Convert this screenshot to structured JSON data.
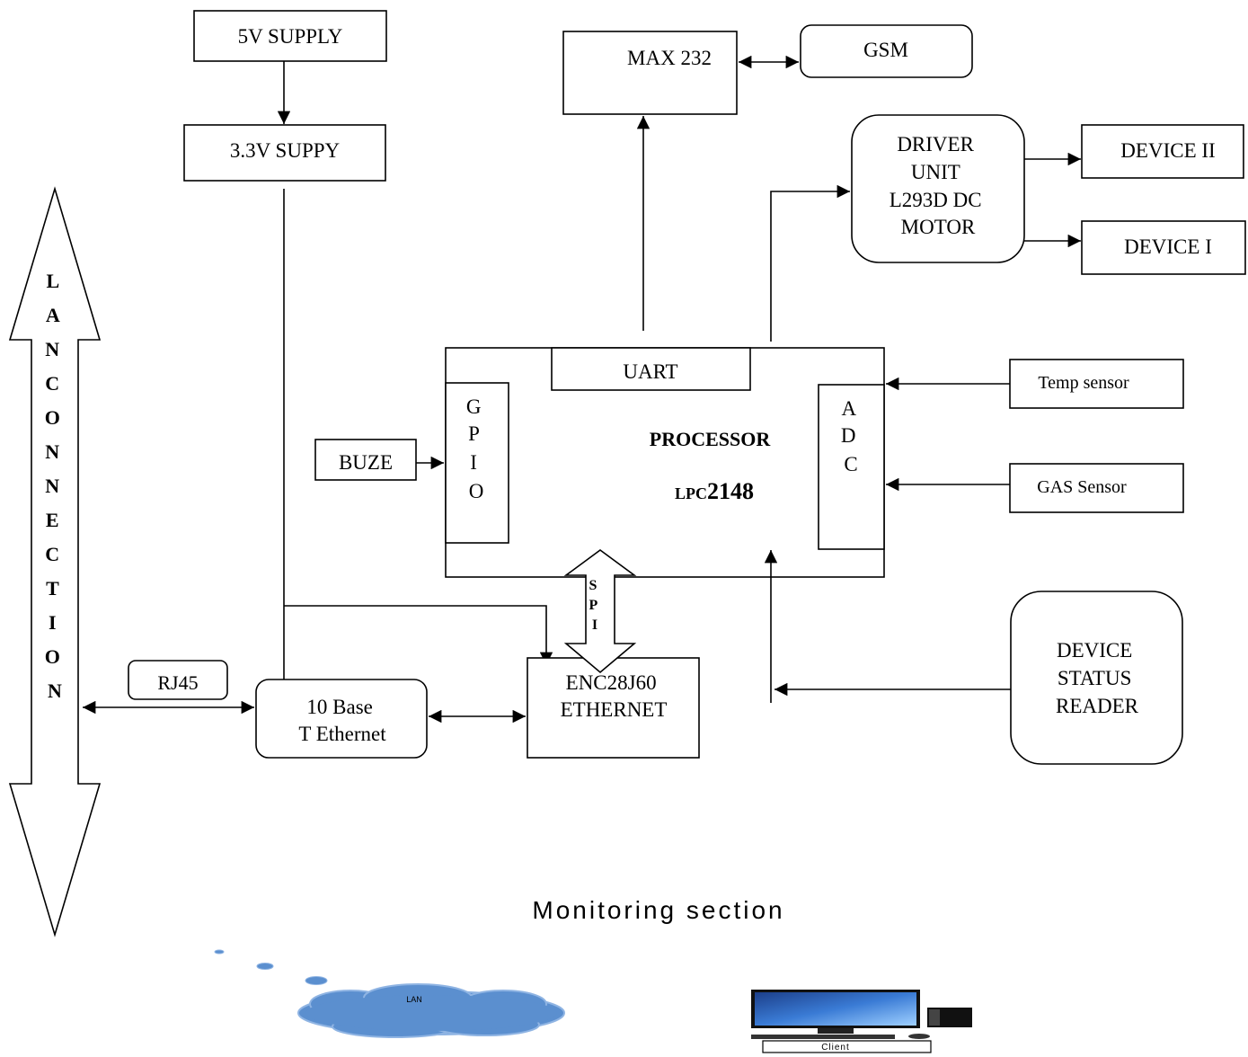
{
  "blocks": {
    "supply_5v": "5V SUPPLY",
    "supply_3v3": "3.3V SUPPY",
    "max232": "MAX 232",
    "gsm": "GSM",
    "driver_unit": [
      "DRIVER",
      "UNIT",
      "L293D DC",
      "MOTOR"
    ],
    "device_2": "DEVICE II",
    "device_1": "DEVICE I",
    "uart": "UART",
    "gpio": [
      "G",
      "P",
      "I",
      "O"
    ],
    "adc": [
      "A",
      "D",
      "C"
    ],
    "processor_name": "PROCESSOR",
    "processor_model_prefix": "LPC",
    "processor_model_number": "2148",
    "buzzer": "BUZE",
    "temp_sensor": "Temp sensor",
    "gas_sensor": "GAS Sensor",
    "spi": [
      "S",
      "P",
      "I"
    ],
    "rj45": "RJ45",
    "ethernet_10base": [
      "10 Base",
      "T Ethernet"
    ],
    "enc28j60": [
      "ENC28J60",
      "ETHERNET"
    ],
    "device_status_reader": [
      "DEVICE",
      "STATUS",
      "READER"
    ],
    "lan_connection": [
      "L",
      "A",
      "N",
      "C",
      "O",
      "N",
      "N",
      "E",
      "C",
      "T",
      "I",
      "O",
      "N"
    ]
  },
  "monitoring": {
    "title": "Monitoring section",
    "lan_cloud": "LAN",
    "client": "Client"
  },
  "colors": {
    "cloud_fill": "#5b8fcf",
    "cloud_stroke": "#8fb4e3",
    "monitor_screen": "#3a7bd5"
  }
}
